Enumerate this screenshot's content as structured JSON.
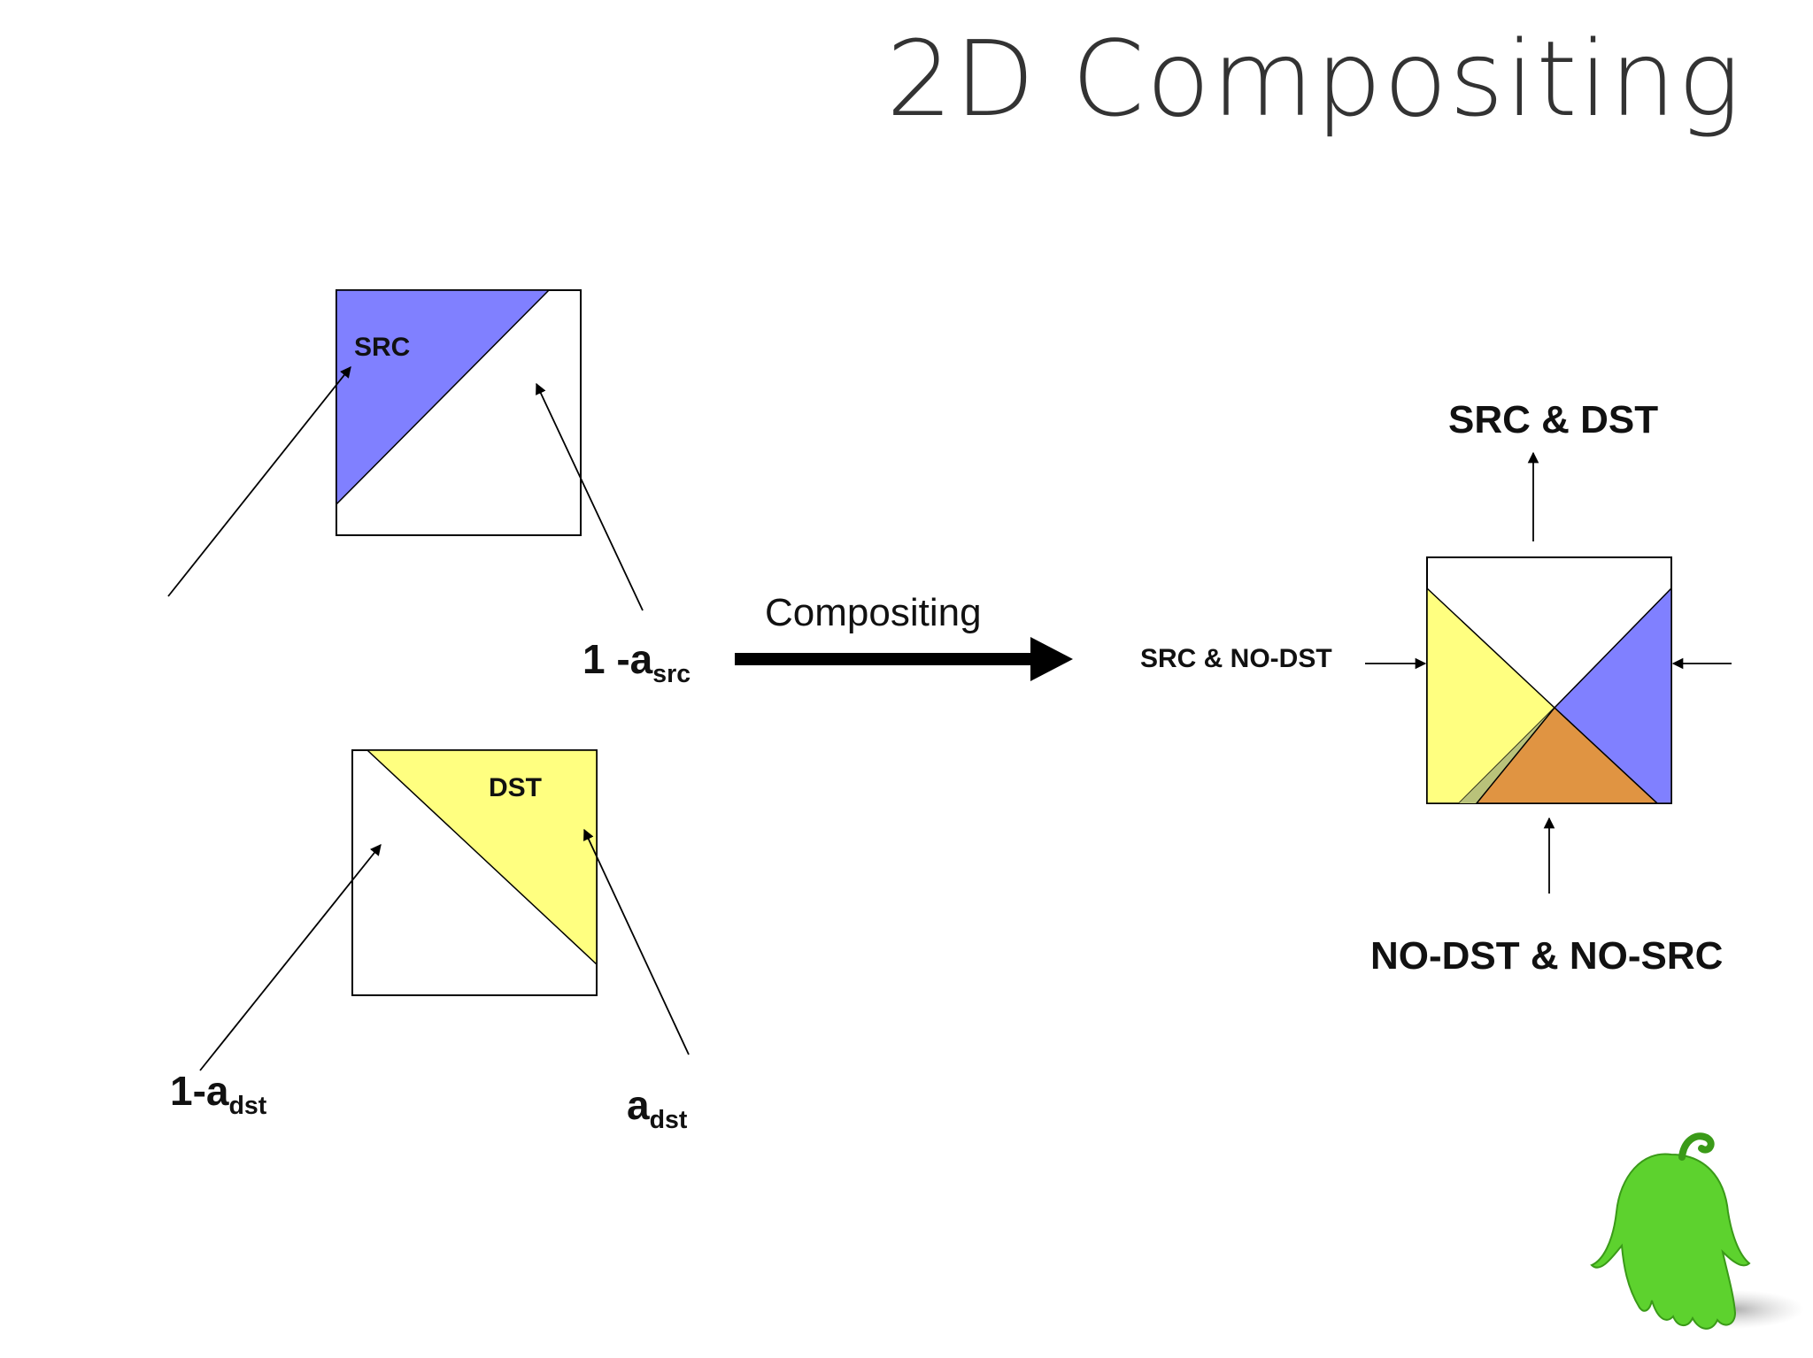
{
  "title": "2D Compositing",
  "src": {
    "label": "SRC",
    "left_label_main": "",
    "right_label_main": "1 -a",
    "right_label_sub": "src",
    "color": "#8080FF"
  },
  "dst": {
    "label": "DST",
    "left_label_main": "1-a",
    "left_label_sub": "dst",
    "right_label_main": "a",
    "right_label_sub": "dst",
    "color": "#FFFF80"
  },
  "arrow_label": "Compositing",
  "result": {
    "top_label": "SRC & DST",
    "left_label": "SRC & NO-DST",
    "bottom_label": "NO-DST & NO-SRC",
    "overlap_color": "#E09442",
    "src_color": "#8080FF",
    "dst_color": "#FFFF80"
  },
  "mascot_color": "#5DD22E"
}
